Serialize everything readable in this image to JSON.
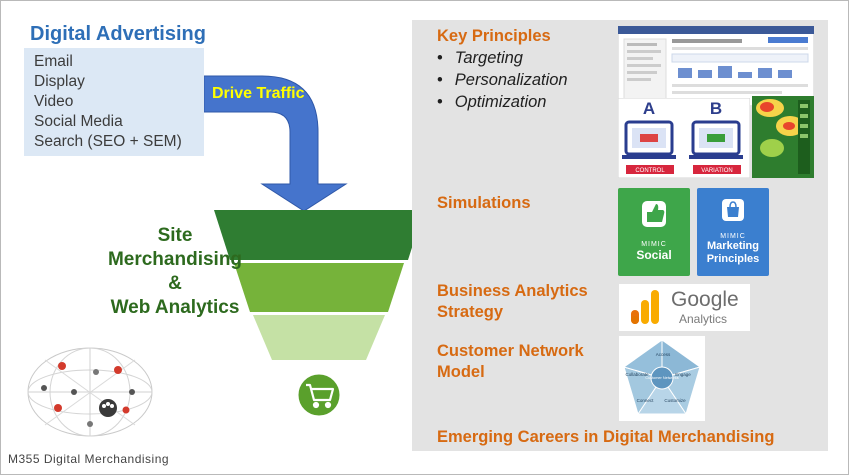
{
  "left": {
    "title": "Digital Advertising",
    "channels": [
      "Email",
      "Display",
      "Video",
      "Social Media",
      "Search (SEO + SEM)"
    ],
    "arrow_label": "Drive Traffic",
    "funnel_label": [
      "Site",
      "Merchandising",
      "&",
      "Web Analytics"
    ],
    "footer": "M355 Digital Merchandising"
  },
  "right": {
    "key_principles": {
      "title": "Key Principles",
      "items": [
        "Targeting",
        "Personalization",
        "Optimization"
      ]
    },
    "ab_test": {
      "variant_a": "A",
      "variant_b": "B",
      "control": "CONTROL",
      "variation": "VARIATION"
    },
    "simulations": {
      "title": "Simulations",
      "cards": [
        {
          "brand": "MIMIC",
          "name": "Social"
        },
        {
          "brand": "MIMIC",
          "name_line1": "Marketing",
          "name_line2": "Principles"
        }
      ]
    },
    "business_analytics": {
      "title_line1": "Business Analytics",
      "title_line2": "Strategy",
      "logo_word": "Google",
      "logo_sub": "Analytics"
    },
    "customer_network": {
      "title_line1": "Customer Network",
      "title_line2": "Model",
      "segments": [
        "Access",
        "Engage",
        "Customize",
        "Connect",
        "Collaborate"
      ],
      "center": "Customer Networks"
    },
    "emerging": "Emerging Careers in Digital Merchandising"
  },
  "colors": {
    "blue_title": "#2e6fb7",
    "orange_heading": "#d76a12",
    "funnel_dark": "#2f7d32",
    "funnel_mid": "#76b33a",
    "funnel_light": "#c5e1a5",
    "mimic_green": "#3ea64a",
    "mimic_blue": "#3b7fcf"
  }
}
